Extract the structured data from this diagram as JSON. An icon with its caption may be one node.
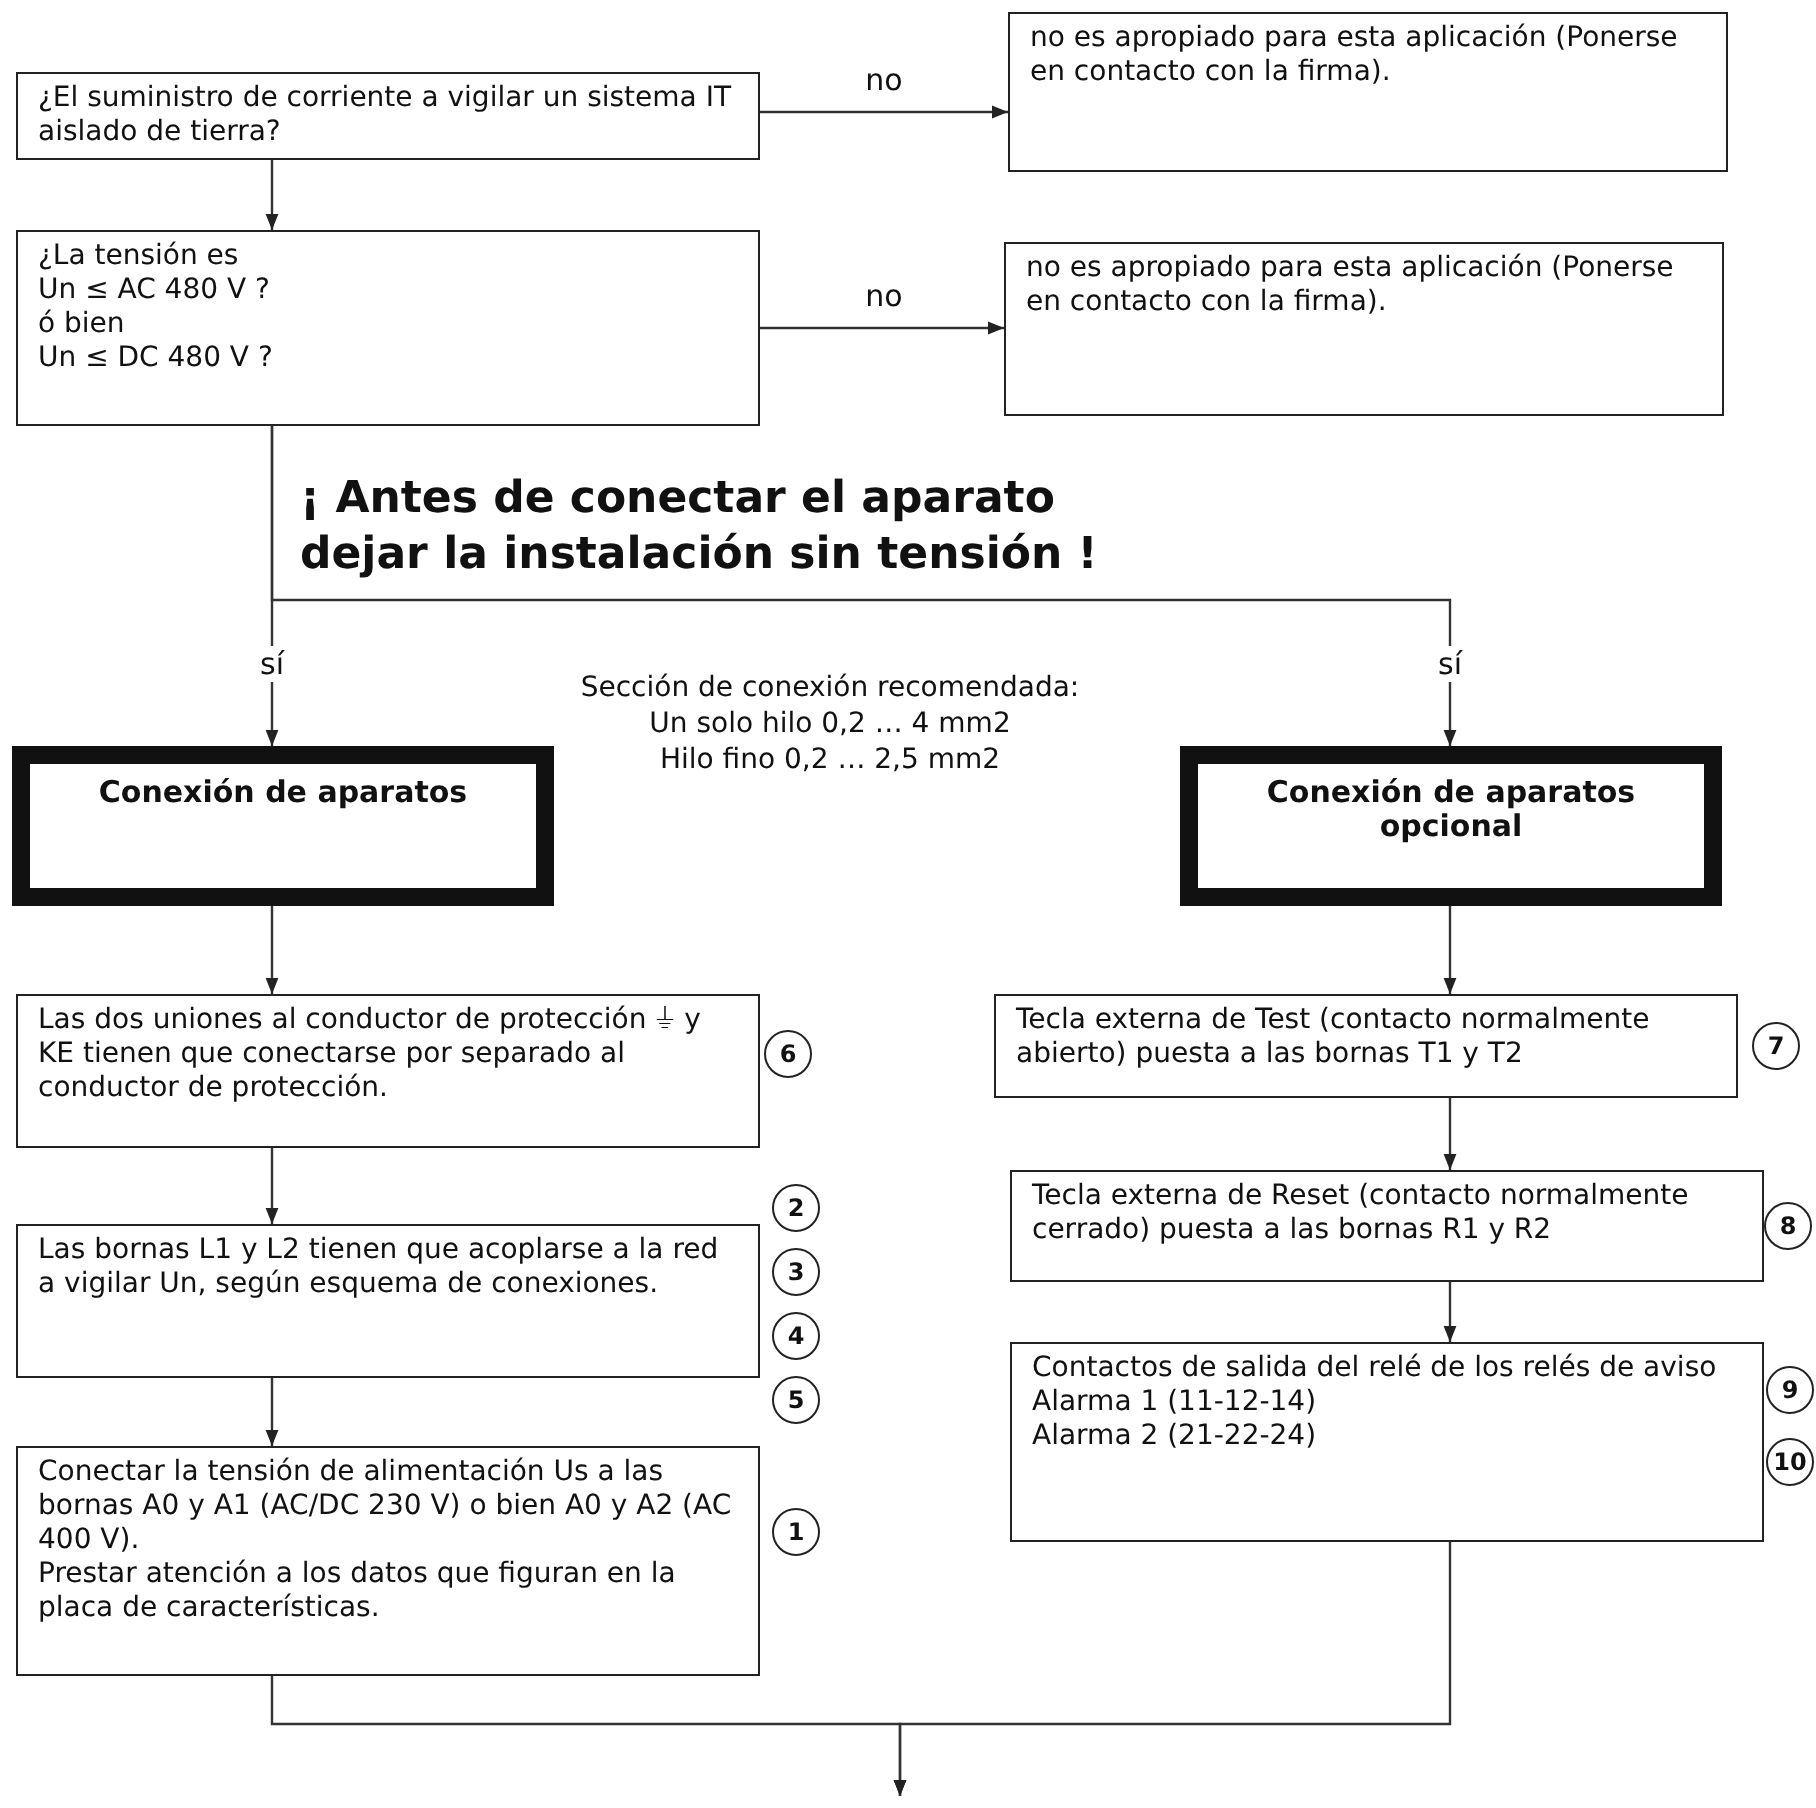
{
  "diagram": {
    "nodes": [
      {
        "text": [
          "¿El suministro de corriente a vigilar un sistema IT aislado de tierra?"
        ]
      },
      {
        "text": [
          "no es apropiado para esta aplicación (Ponerse en contacto con la firma)."
        ]
      },
      {
        "text": [
          "¿La tensión es",
          "Un ≤ AC 480 V ?",
          "ó bien",
          "Un ≤ DC 480 V ?"
        ]
      },
      {
        "text": [
          "no es apropiado para esta aplicación (Ponerse en contacto con la firma)."
        ]
      },
      {
        "text": [
          "Conexión de aparatos"
        ]
      },
      {
        "text": [
          "Conexión de aparatos opcional"
        ]
      },
      {
        "text": [
          "Las dos uniones al conductor de protección ⏚ y KE tienen que conectarse por separado al conductor de protección."
        ],
        "beside": [
          "6"
        ]
      },
      {
        "text": [
          "Las bornas L1 y L2 tienen que acoplarse a la red a vigilar Un, según esquema de conexiones."
        ],
        "beside": [
          "2",
          "3",
          "4",
          "5"
        ]
      },
      {
        "text": [
          "Conectar la tensión de alimentación Us a las bornas A0 y A1 (AC/DC 230 V) o bien A0 y A2 (AC 400 V).",
          "Prestar atención a los datos que figuran en la placa de características."
        ],
        "beside": [
          "1"
        ]
      },
      {
        "text": [
          "Tecla externa de Test (contacto normalmente abierto) puesta a las bornas T1 y T2"
        ],
        "beside": [
          "7"
        ]
      },
      {
        "text": [
          "Tecla externa de Reset (contacto normalmente cerrado) puesta a las bornas R1 y R2"
        ],
        "beside": [
          "8"
        ]
      },
      {
        "text": [
          "Contactos de salida del relé de los relés de aviso",
          "Alarma 1 (11-12-14)",
          "Alarma 2 (21-22-24)"
        ],
        "beside": [
          "9",
          "10"
        ]
      }
    ],
    "edges": [
      {
        "from": 0,
        "to": 1,
        "arrow": "to",
        "label": "no"
      },
      {
        "from": 0,
        "to": 2,
        "arrow": "to"
      },
      {
        "from": 2,
        "to": 3,
        "arrow": "to",
        "label": "no"
      },
      {
        "from": 2,
        "to": 4,
        "arrow": "to",
        "label": "sí"
      },
      {
        "from": 2,
        "to": 5,
        "arrow": "to",
        "label": "sí"
      },
      {
        "from": 4,
        "to": 6,
        "arrow": "to"
      },
      {
        "from": 6,
        "to": 7,
        "arrow": "to"
      },
      {
        "from": 7,
        "to": 8,
        "arrow": "to"
      },
      {
        "from": 5,
        "to": 9,
        "arrow": "to"
      },
      {
        "from": 9,
        "to": 10,
        "arrow": "to"
      },
      {
        "from": 10,
        "to": 11,
        "arrow": "to"
      },
      {
        "from": 8,
        "to": null,
        "arrow": "to"
      },
      {
        "from": 11,
        "to": null,
        "arrow": "to"
      }
    ],
    "labels": [
      "¡ Antes de conectar el aparato dejar la instalación sin tensión !",
      "Sección de conexión recomendada:",
      "Un solo hilo 0,2 … 4 mm2",
      "Hilo fino 0,2 … 2,5 mm2"
    ]
  }
}
